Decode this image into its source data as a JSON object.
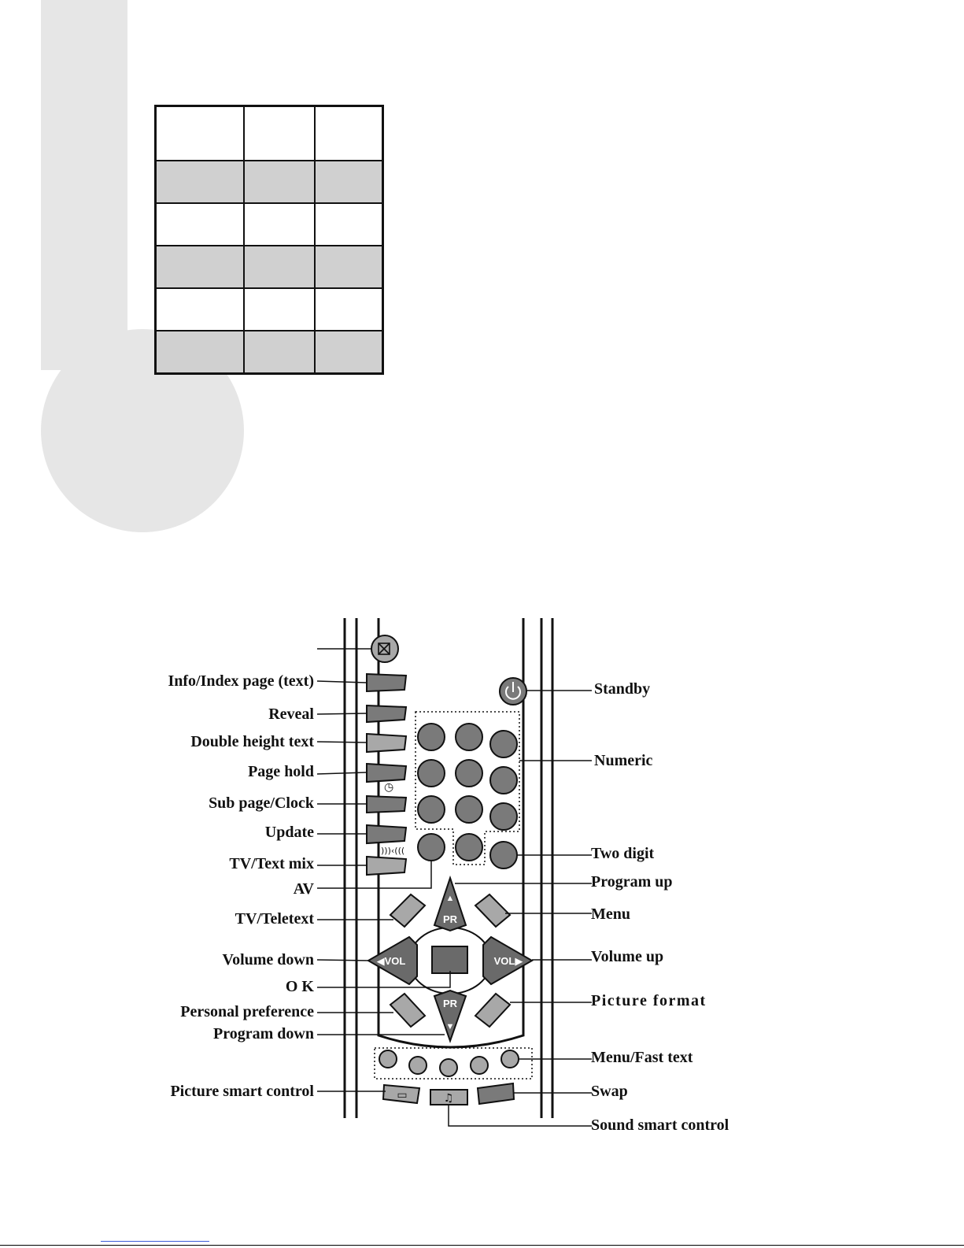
{
  "remote": {
    "left_labels": [
      {
        "id": "info-index",
        "text": "Info/Index page (text)"
      },
      {
        "id": "reveal",
        "text": "Reveal"
      },
      {
        "id": "double-height",
        "text": "Double height text"
      },
      {
        "id": "page-hold",
        "text": "Page hold"
      },
      {
        "id": "sub-page-clock",
        "text": "Sub page/Clock"
      },
      {
        "id": "update",
        "text": "Update"
      },
      {
        "id": "tv-text-mix",
        "text": "TV/Text  mix"
      },
      {
        "id": "av",
        "text": "AV"
      },
      {
        "id": "tv-teletext",
        "text": "TV/Teletext"
      },
      {
        "id": "volume-down",
        "text": "Volume down"
      },
      {
        "id": "ok",
        "text": "O K"
      },
      {
        "id": "personal-preference",
        "text": "Personal preference"
      },
      {
        "id": "program-down",
        "text": "Program down"
      },
      {
        "id": "picture-smart-control",
        "text": "Picture smart control"
      }
    ],
    "right_labels": [
      {
        "id": "standby",
        "text": "Standby"
      },
      {
        "id": "numeric",
        "text": "Numeric"
      },
      {
        "id": "two-digit",
        "text": "Two digit"
      },
      {
        "id": "program-up",
        "text": "Program up"
      },
      {
        "id": "menu",
        "text": "Menu"
      },
      {
        "id": "volume-up",
        "text": "Volume up"
      },
      {
        "id": "picture-format",
        "text": "Picture format"
      },
      {
        "id": "menu-fast-text",
        "text": "Menu/Fast text"
      },
      {
        "id": "swap",
        "text": "Swap"
      },
      {
        "id": "sound-smart-control",
        "text": "Sound smart control"
      }
    ],
    "button_text": {
      "pr": "PR",
      "vol_left": "◀VOL",
      "vol_right": "VOL▶",
      "mix_glyph": ")))‹(((",
      "clock_glyph": "◷",
      "music_glyph": "♫",
      "picture_glyph": "▭"
    },
    "icons": {
      "mute": "mute-icon",
      "standby": "power-icon"
    },
    "colors": {
      "button_fill": "#7a7a7a",
      "button_light": "#a8a8a8",
      "nav_dark": "#6a6a6a",
      "line": "#111111"
    }
  }
}
